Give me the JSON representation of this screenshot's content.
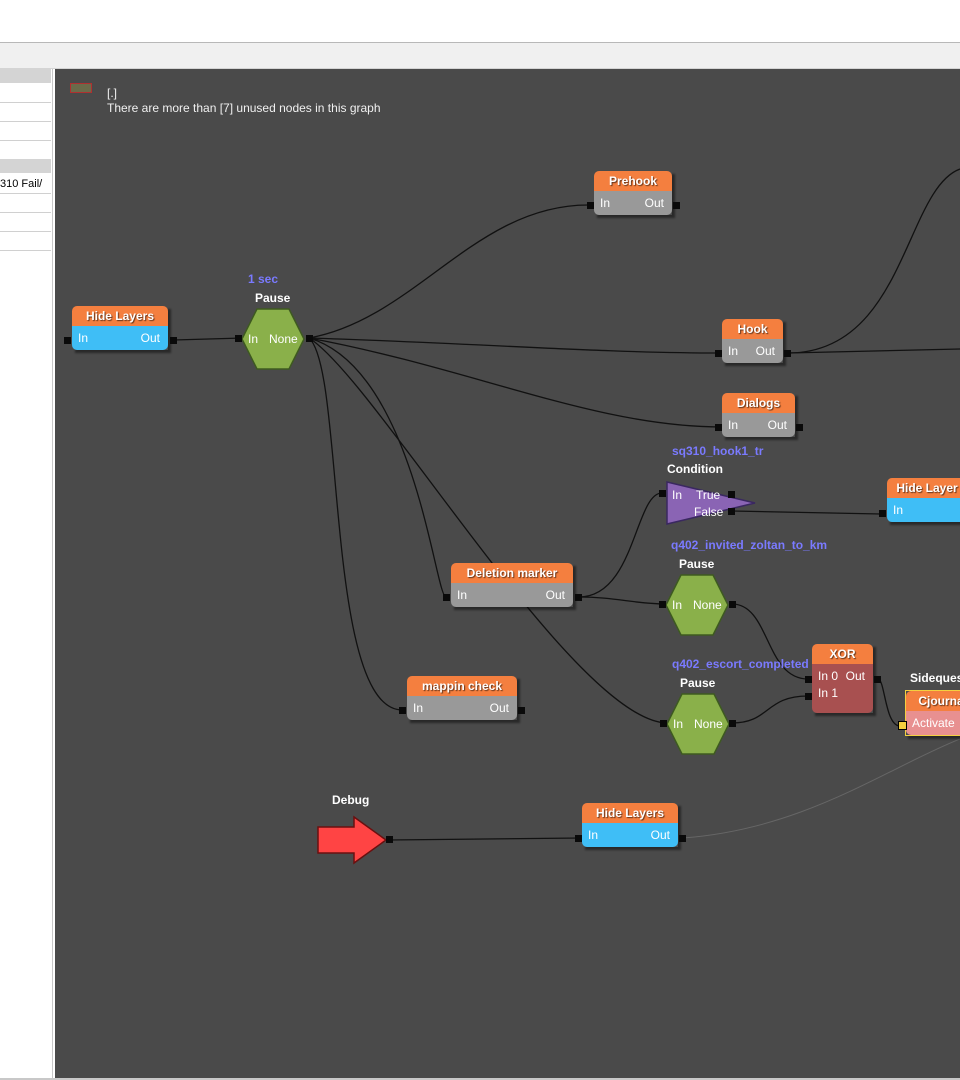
{
  "left_panel": {
    "row_text": "310 Fail/"
  },
  "warning": {
    "bracket": "[.]",
    "message": "There are more than [7] unused nodes in this graph"
  },
  "nodes": {
    "prehook": {
      "title": "Prehook",
      "in": "In",
      "out": "Out"
    },
    "hide_layers_1": {
      "title": "Hide Layers",
      "in": "In",
      "out": "Out"
    },
    "pause_1": {
      "caption": "1 sec",
      "title": "Pause",
      "in": "In",
      "out": "None"
    },
    "hook": {
      "title": "Hook",
      "in": "In",
      "out": "Out"
    },
    "dialogs": {
      "title": "Dialogs",
      "in": "In",
      "out": "Out"
    },
    "condition": {
      "caption": "sq310_hook1_tr",
      "title": "Condition",
      "in": "In",
      "true": "True",
      "false": "False"
    },
    "hide_layers_2": {
      "title": "Hide Layer",
      "in": "In"
    },
    "deletion_marker": {
      "title": "Deletion marker",
      "in": "In",
      "out": "Out"
    },
    "pause_2": {
      "caption": "q402_invited_zoltan_to_km",
      "title": "Pause",
      "in": "In",
      "out": "None"
    },
    "mappin_check": {
      "title": "mappin check",
      "in": "In",
      "out": "Out"
    },
    "xor": {
      "title": "XOR",
      "in0": "In 0",
      "in1": "In 1",
      "out": "Out"
    },
    "pause_3": {
      "caption": "q402_escort_completed",
      "title": "Pause",
      "in": "In",
      "out": "None"
    },
    "sidequest": {
      "caption": "Sideques",
      "title": "Cjourna",
      "activate": "Activate"
    },
    "debug": {
      "title": "Debug"
    },
    "hide_layers_3": {
      "title": "Hide Layers",
      "in": "In",
      "out": "Out"
    }
  },
  "colors": {
    "canvas": "#4a4a4a",
    "node_title": "#f47f3f",
    "blue_body": "#3fbef6",
    "gray_body": "#999999",
    "pause_hex": "#8ab04a",
    "condition_triangle": "#8a64b4",
    "xor_body": "#a85050",
    "debug_arrow": "#ff4444",
    "caption_text": "#7a7aff"
  }
}
